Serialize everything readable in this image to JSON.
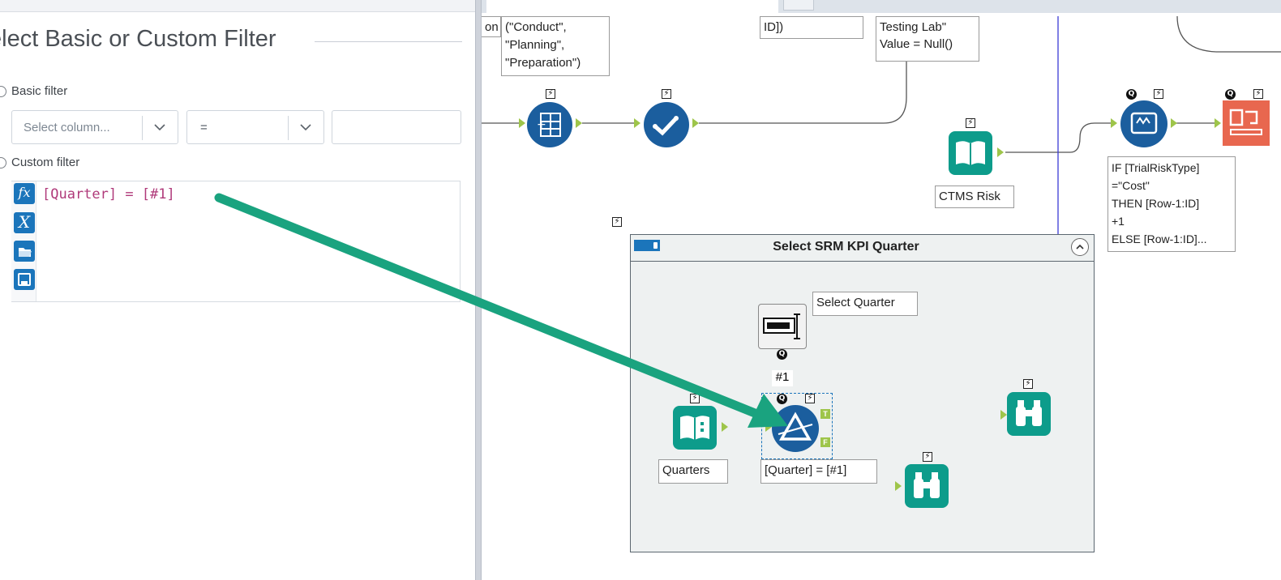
{
  "left_panel": {
    "title": "elect Basic or Custom Filter",
    "basic_filter_label": "Basic filter",
    "column_select_placeholder": "Select column...",
    "operator_value": "=",
    "custom_filter_label": "Custom filter",
    "expression": "[Quarter] = [#1]",
    "gutter_icons": [
      "fx-function-icon",
      "variable-x-icon",
      "open-folder-icon",
      "save-disk-icon"
    ]
  },
  "canvas": {
    "annotations": {
      "list_partial": "on",
      "conduct_list": "(\"Conduct\",\n\"Planning\",\n\"Preparation\")",
      "id_partial": "ID])",
      "testing_lab": "Testing Lab\"\nValue = Null()",
      "ctms_risk": "CTMS Risk",
      "formula_ifs": "IF [TrialRiskType]\n=\"Cost\"\nTHEN [Row-1:ID]\n+1\nELSE [Row-1:ID]...",
      "select_quarter": "Select Quarter",
      "quarters": "Quarters",
      "filter_expr": "[Quarter] = [#1]"
    },
    "container_title": "Select SRM KPI Quarter",
    "connection_label": "#1",
    "badge_q": "Q",
    "anchor_true": "T",
    "anchor_false": "F"
  },
  "colors": {
    "tool_blue": "#1b5e9e",
    "tool_teal": "#0d9c8b",
    "tool_orange": "#e8674f",
    "anchor_green": "#9ec54a",
    "arrow_green": "#1aa37f",
    "connector_blue": "#3c3cd6",
    "expression_pink": "#b03a7a"
  }
}
